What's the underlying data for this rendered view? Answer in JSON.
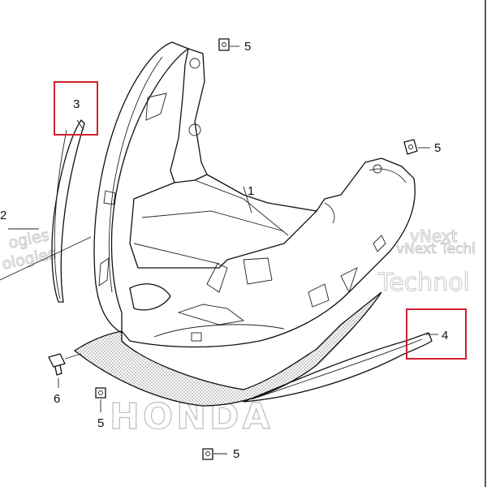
{
  "diagram": {
    "watermark_lines": [
      "vNext",
      "vNext Techi",
      "Technol",
      "ogies",
      "ologies"
    ],
    "brand_text": "HONDA",
    "callouts": [
      {
        "number": "1"
      },
      {
        "number": "2"
      },
      {
        "number": "3"
      },
      {
        "number": "4"
      },
      {
        "number": "5"
      },
      {
        "number": "5"
      },
      {
        "number": "5"
      },
      {
        "number": "5"
      },
      {
        "number": "6"
      }
    ],
    "highlight_color": "#d02030"
  }
}
